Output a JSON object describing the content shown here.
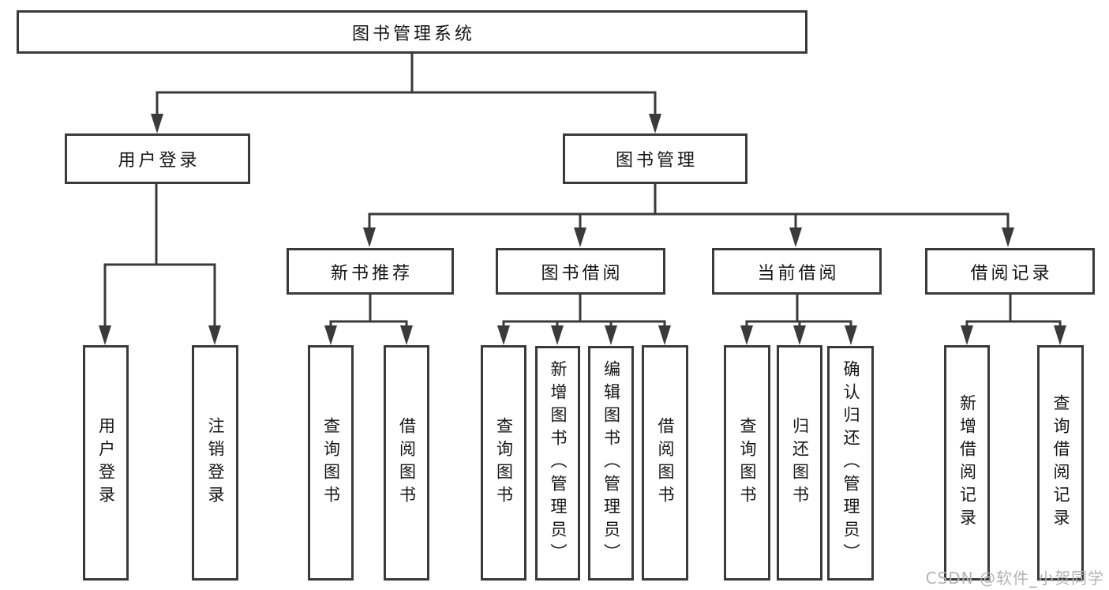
{
  "diagram_title": "图书管理系统",
  "nodes": {
    "root": {
      "label": "图书管理系统"
    },
    "user_login": {
      "label": "用户登录"
    },
    "book_management": {
      "label": "图书管理"
    },
    "new_book_recommend": {
      "label": "新书推荐"
    },
    "book_borrow": {
      "label": "图书借阅"
    },
    "current_borrow": {
      "label": "当前借阅"
    },
    "borrow_record": {
      "label": "借阅记录"
    },
    "leaves": {
      "user_login": "用户登录",
      "logout": "注销登录",
      "query_book_recommend": "查询图书",
      "borrow_book_recommend": "借阅图书",
      "query_book_borrow": "查询图书",
      "add_book_admin": "新增图书（管理员）",
      "edit_book_admin": "编辑图书（管理员）",
      "borrow_book_borrow": "借阅图书",
      "query_book_current": "查询图书",
      "return_book": "归还图书",
      "confirm_return_admin": "确认归还（管理员）",
      "add_borrow_record": "新增借阅记录",
      "query_borrow_record": "查询借阅记录"
    }
  },
  "watermark": "CSDN @软件_小贺同学",
  "colors": {
    "line": "#3a3a3a",
    "box_border": "#3a3a3a",
    "text": "#141414",
    "background": "#ffffff",
    "watermark": "#b3b3b3"
  }
}
